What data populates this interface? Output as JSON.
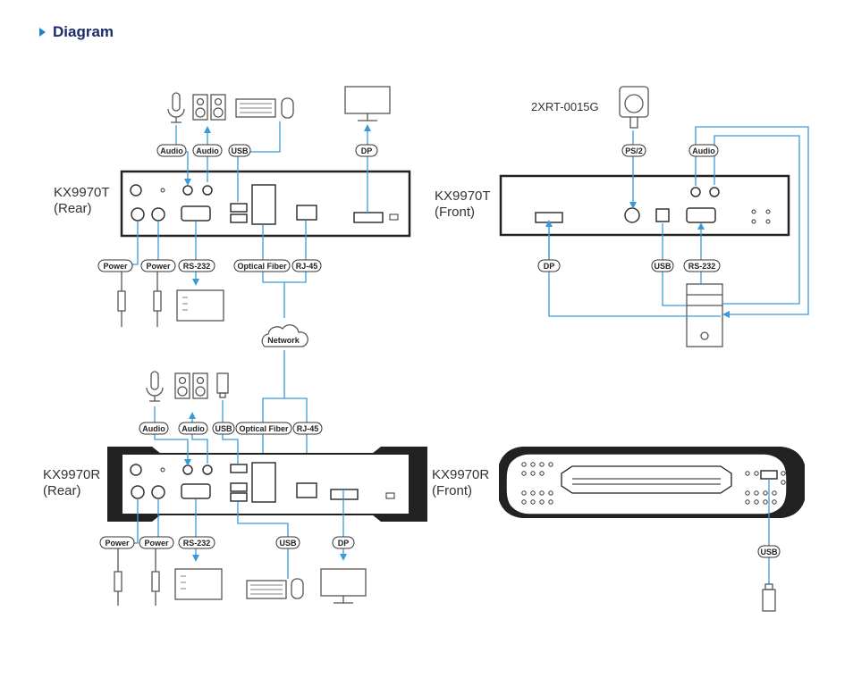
{
  "heading": "Diagram",
  "devices": {
    "tx_rear": [
      "KX9970T",
      "(Rear)"
    ],
    "tx_front": [
      "KX9970T",
      "(Front)"
    ],
    "rx_rear": [
      "KX9970R",
      "(Rear)"
    ],
    "rx_front": [
      "KX9970R",
      "(Front)"
    ]
  },
  "sensor_label": "2XRT-0015G",
  "network_label": "Network",
  "labels": {
    "audio": "Audio",
    "usb": "USB",
    "dp": "DP",
    "power": "Power",
    "rs232": "RS-232",
    "optical_fiber": "Optical Fiber",
    "rj45": "RJ-45",
    "ps2": "PS/2"
  },
  "colors": {
    "cable": "#3a9ad9",
    "outline": "#555555",
    "box": "#222222",
    "heading_accent": "#1b87c9"
  }
}
